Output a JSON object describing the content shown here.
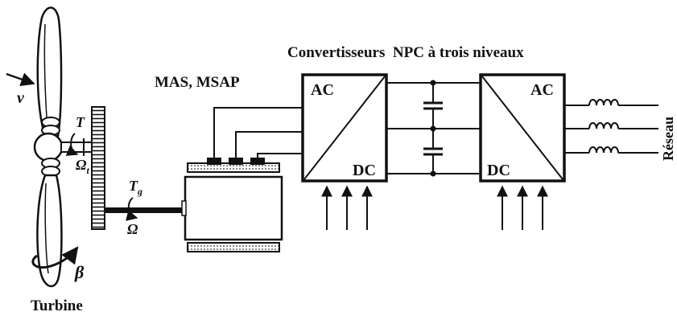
{
  "labels": {
    "converter_title": "Convertisseurs  NPC à trois niveaux",
    "machine": "MAS, MSAP",
    "turbine": "Turbine",
    "grid": "Réseau",
    "conv1_top": "AC",
    "conv1_bottom": "DC",
    "conv2_top": "AC",
    "conv2_bottom": "DC",
    "wind_speed": "v",
    "torque_turbine": "T",
    "speed_turbine": "Ω",
    "speed_turbine_sub": "t",
    "torque_gen": "T",
    "torque_gen_sub": "g",
    "speed_gen": "Ω",
    "pitch": "β"
  },
  "colors": {
    "ink": "#111111",
    "background": "#ffffff"
  }
}
